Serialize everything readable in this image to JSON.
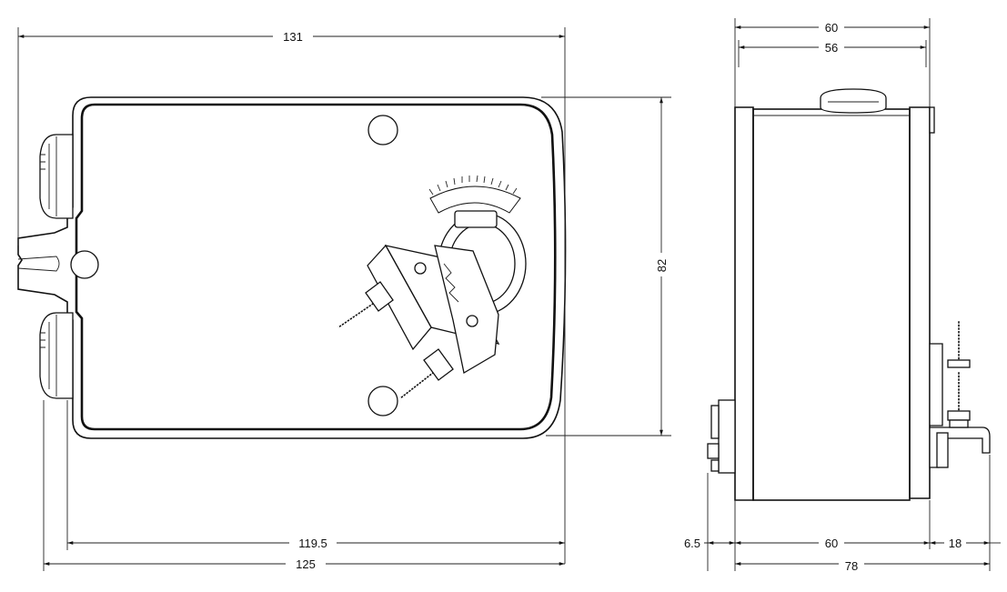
{
  "dimensions": {
    "front_width_overall": "131",
    "front_width_bottom_outer": "125",
    "front_width_bottom_inner": "119.5",
    "front_height": "82",
    "side_top_outer": "60",
    "side_top_inner": "56",
    "side_bottom_left": "6.5",
    "side_bottom_mid": "60",
    "side_bottom_right": "18",
    "side_bottom_total": "78"
  }
}
